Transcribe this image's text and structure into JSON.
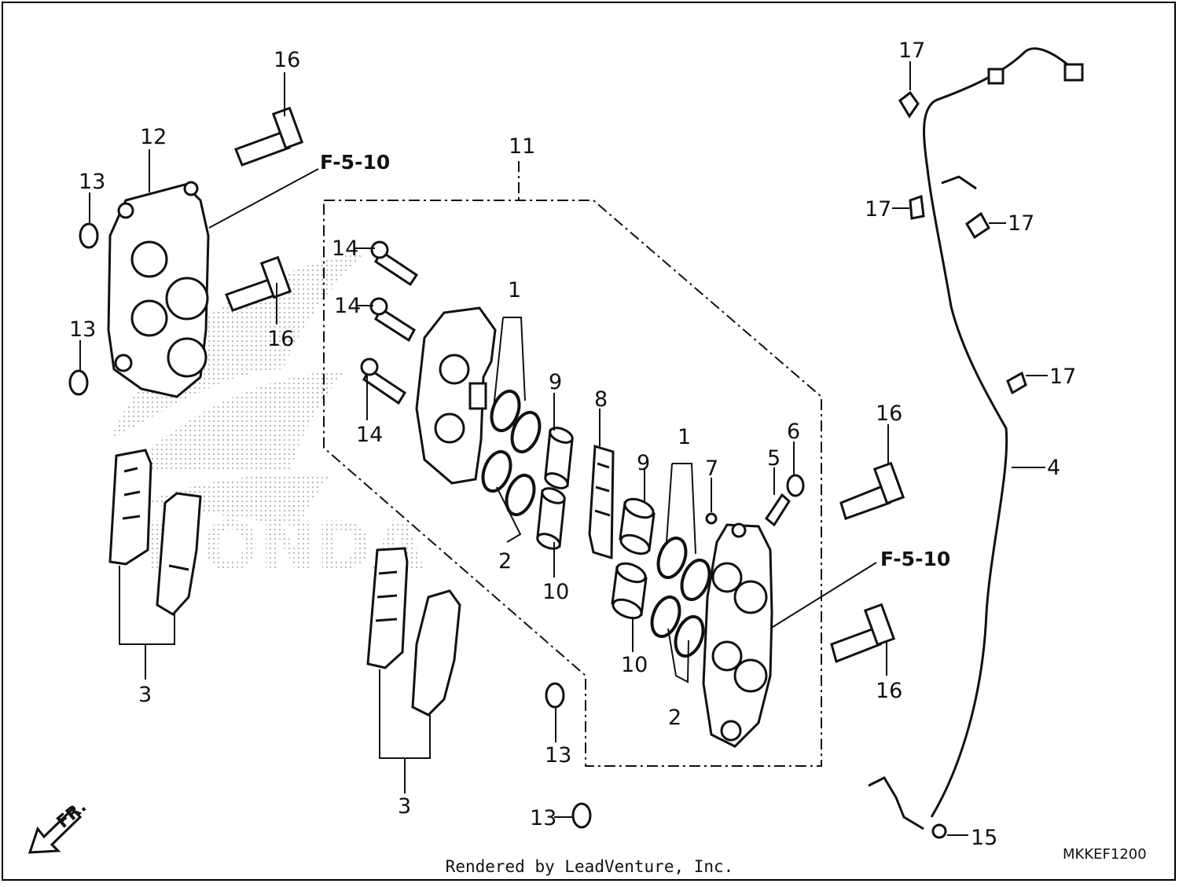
{
  "diagram": {
    "callouts": {
      "c1a": "1",
      "c1b": "1",
      "c2a": "2",
      "c2b": "2",
      "c3a": "3",
      "c3b": "3",
      "c4": "4",
      "c5": "5",
      "c6": "6",
      "c7": "7",
      "c8": "8",
      "c9a": "9",
      "c9b": "9",
      "c10a": "10",
      "c10b": "10",
      "c11": "11",
      "c12": "12",
      "c13a": "13",
      "c13b": "13",
      "c13c": "13",
      "c13d": "13",
      "c14a": "14",
      "c14b": "14",
      "c14c": "14",
      "c15": "15",
      "c16a": "16",
      "c16b": "16",
      "c16c": "16",
      "c16d": "16",
      "c17a": "17",
      "c17b": "17",
      "c17c": "17",
      "c17d": "17"
    },
    "references": {
      "ref_left": "F-5-10",
      "ref_right": "F-5-10"
    },
    "direction_label": "FR.",
    "diagram_code": "MKKEF1200",
    "watermark_text": "HONDA"
  },
  "credit": "Rendered by LeadVenture, Inc.",
  "icons": [
    "front-arrow-icon"
  ]
}
